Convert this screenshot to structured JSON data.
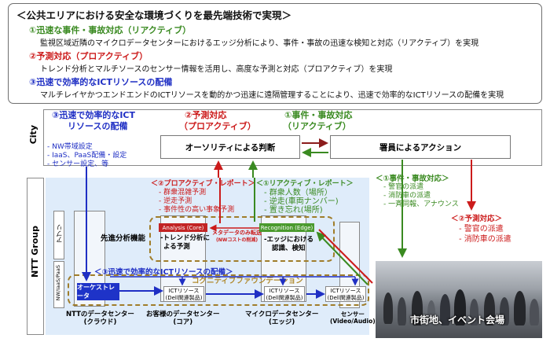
{
  "summary": {
    "title": "＜公共エリアにおける安全な環境づくりを最先端技術で実現＞",
    "items": [
      {
        "head": "①迅速な事件・事故対応（リアクティブ）",
        "body": "監視区域近隣のマイクロデータセンターにおけるエッジ分析により、事件・事故の迅速な検知と対応（リアクティブ）を実現"
      },
      {
        "head": "②予測対応（プロアクティブ）",
        "body": "トレンド分析とマルチソースのセンサー情報を活用し、高度な予測と対応（プロアクティブ）を実現"
      },
      {
        "head": "③迅速で効率的なICTリソースの配備",
        "body": "マルチレイヤかつエンドエンドのICTリソースを動的かつ迅速に遠隔管理することにより、迅速で効率的なICTリソースの配備を実現"
      }
    ]
  },
  "city": {
    "label": "City",
    "header3_l1": "③迅速で効率的なICT",
    "header3_l2": "リソースの配備",
    "header2_l1": "②予測対応",
    "header2_l2": "（プロアクティブ）",
    "header1_l1": "①事件・事故対応",
    "header1_l2": "（リアクティブ）",
    "authority": "オーソリティによる判断",
    "officer": "署員によるアクション",
    "left_list": [
      "- NW帯域設定",
      "- IaaS、PaaS配備・設定",
      "- センサー設定、等"
    ]
  },
  "ntt": {
    "label": "NTT Group",
    "app_label": "アプリ",
    "nw_label": "NW/IaaS/PaaS",
    "report2_title": "＜②プロアクティブ・レポート＞",
    "report2_items": [
      "- 群衆混雑予測",
      "- 逆走予測",
      "- 事件性の高い事象予測"
    ],
    "report1_title": "＜①リアクティブ・レポート＞",
    "report1_items": [
      "- 群衆人数（場所）",
      "- 逆走(車両ナンバー)",
      "- 置き忘れ(場所)"
    ],
    "advanced": "先進分析機能",
    "analysis_core": "Analysis (Core)",
    "trend_l1": "-トレンド分析に",
    "trend_l2": "よる予測",
    "metadata_l1": "メタデータのみ転送",
    "metadata_l2": "(NWコストの削減)",
    "recognition": "Recognition (Edge)",
    "edge_l1": "-エッジにおける",
    "edge_l2": "認識、検知",
    "ict3_label": "＜③迅速で効率的なICTリソースの配備＞",
    "cognitive": "コグニティブファウンデーション",
    "orchestrator": "オーケストレータ",
    "ict_res_l1": "ICTリソース",
    "ict_res_l2": "(Dell関連製品)",
    "cloud_l1": "NTTのデータセンター",
    "cloud_l2": "(クラウド)",
    "core_l1": "お客様のデータセンター",
    "core_l2": "(コア)",
    "edge_dc_l1": "マイクロデータセンター",
    "edge_dc_l2": "(エッジ)",
    "sensor_l1": "センサー",
    "sensor_l2": "(Video/Audio)"
  },
  "right": {
    "reactive_title": "＜①事件・事故対応＞",
    "reactive_items": [
      "- 警官の派遣",
      "- 消防車の派遣",
      "- 一斉同報、アナウンス"
    ],
    "proactive_title": "＜②予測対応＞",
    "proactive_items": [
      "- 警官の派遣",
      "- 消防車の派遣"
    ],
    "photo_caption": "市街地、イベント会場"
  },
  "colors": {
    "green": "#3a8a21",
    "red": "#cc1b1b",
    "blue": "#1f2fc4",
    "dark_red": "#8b1c1c",
    "gold": "#b08a2e"
  }
}
